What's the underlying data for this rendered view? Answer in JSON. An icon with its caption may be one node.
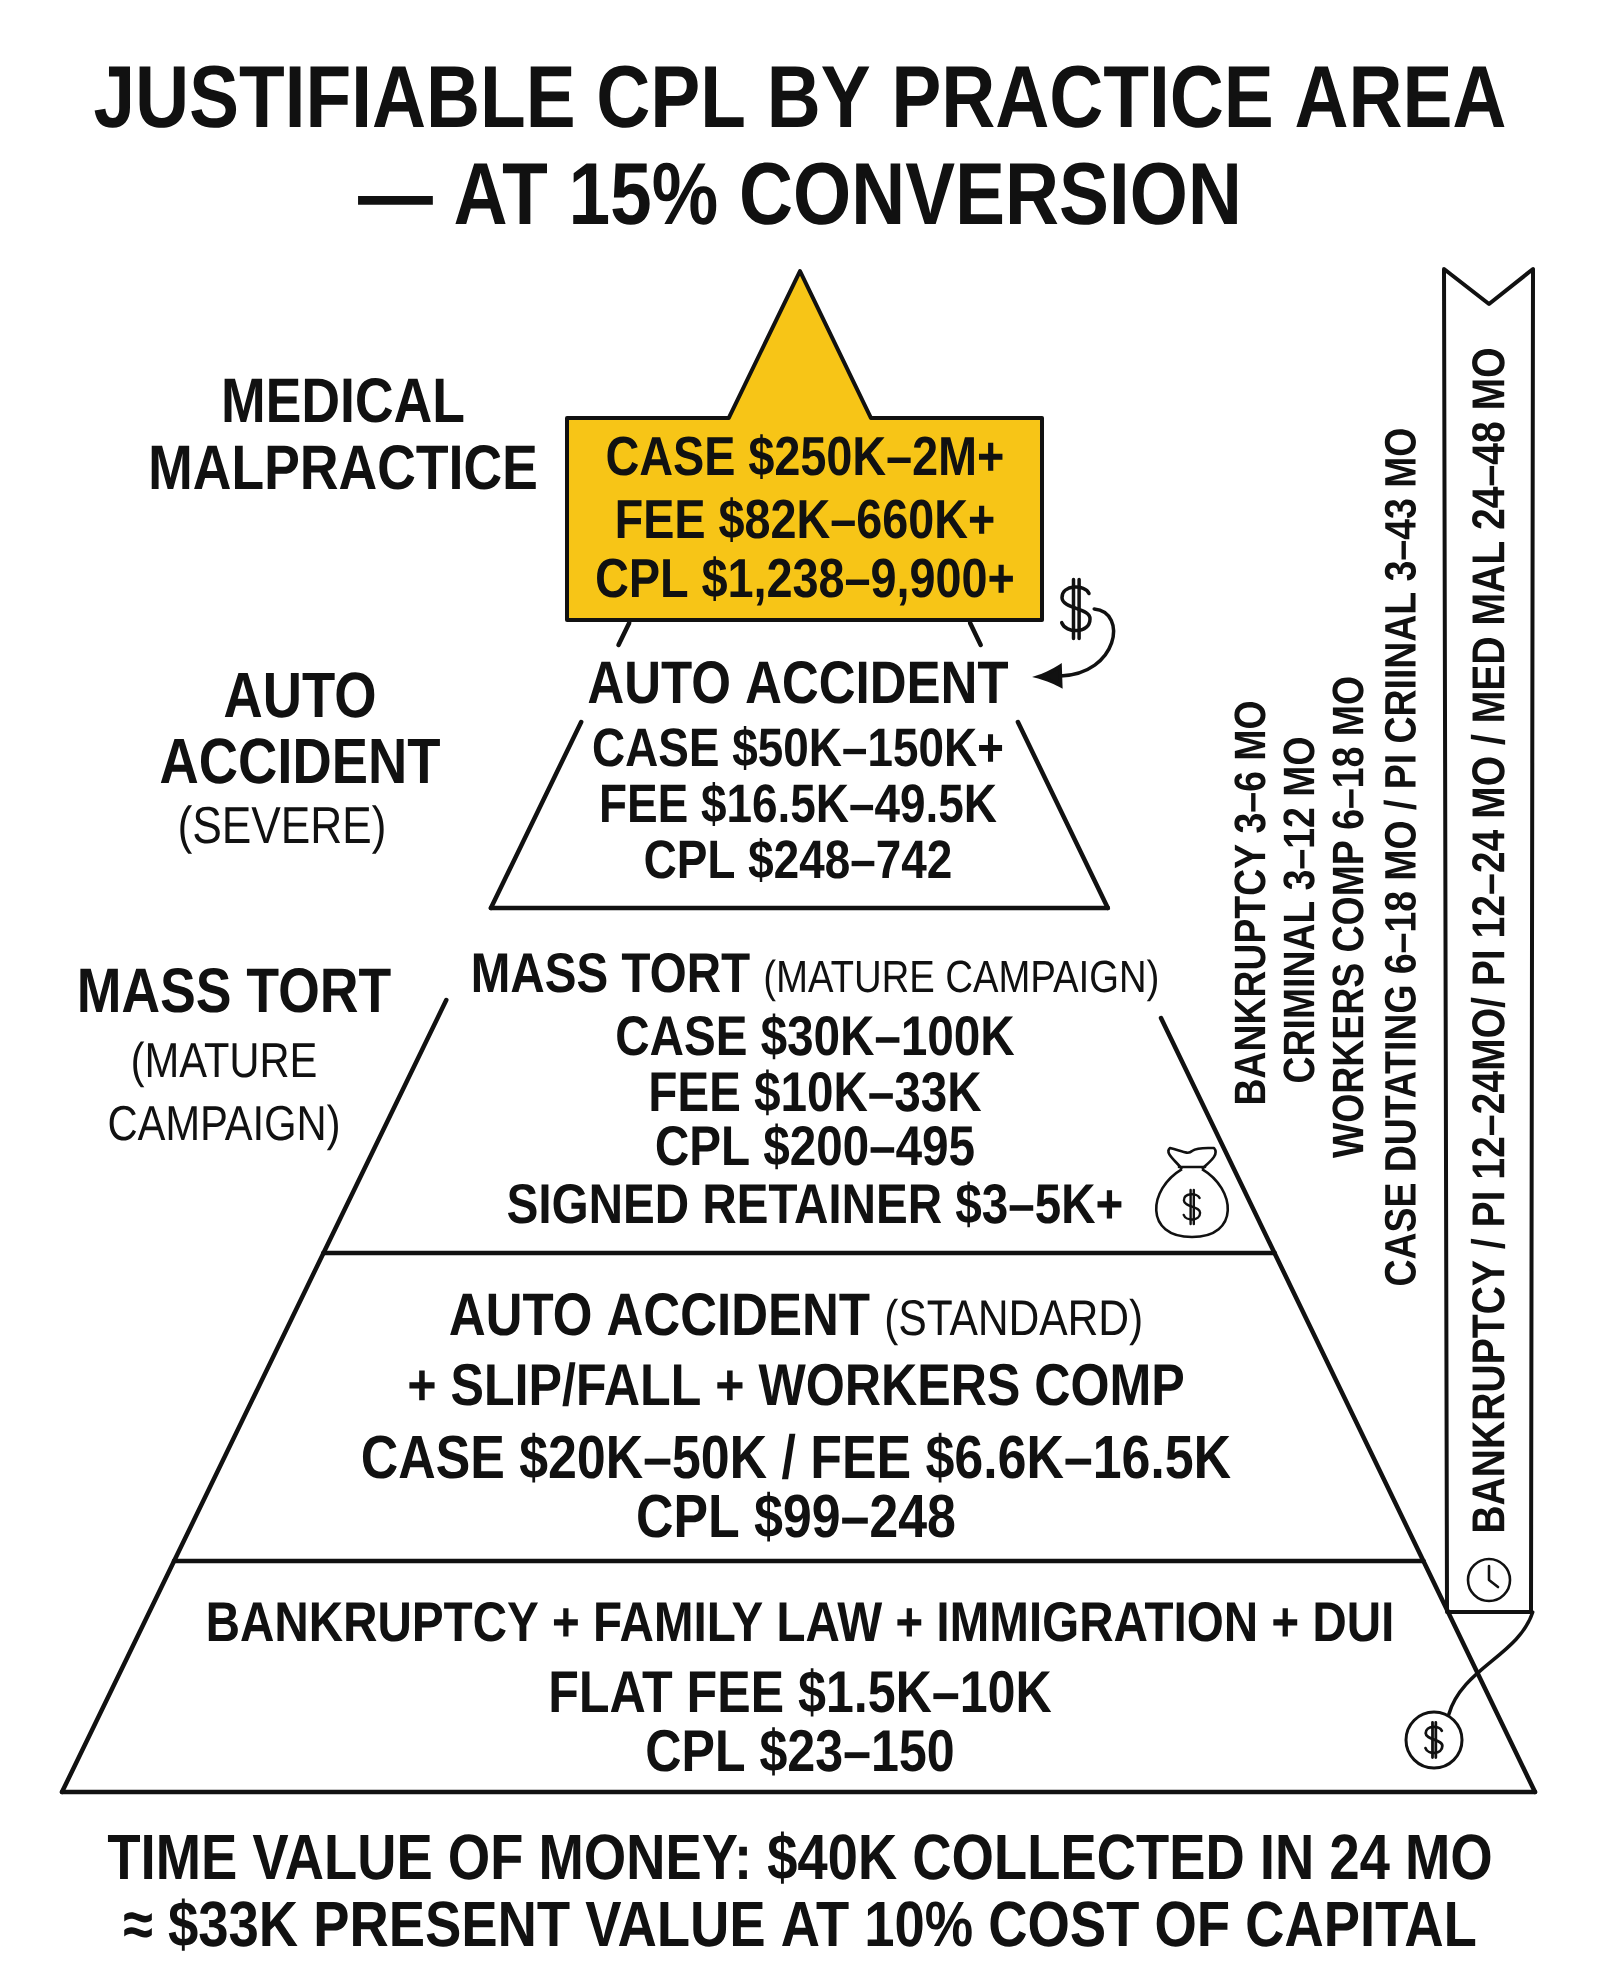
{
  "diagram": {
    "title": "JUSTIFIABLE CPL BY PRACTICE AREA — AT 15% CONVERSION",
    "caption": "TIME VALUE OF MONEY: $40K COLLECTED IN 24 MO ≈ $33K PRESENT VALUE AT 10% COST OF CAPITAL",
    "nodes": [
      {
        "text": [
          "CASE $250K–2M+",
          "FEE $82K–660K+",
          "CPL $1,238–9,900+"
        ],
        "beside": [
          "MEDICAL MALPRACTICE"
        ]
      },
      {
        "text": [
          "AUTO ACCIDENT",
          "CASE $50K–150K+",
          "FEE $16.5K–49.5K",
          "CPL $248–742"
        ],
        "beside": [
          "AUTO ACCIDENT",
          "(SEVERE)"
        ]
      },
      {
        "text": [
          "MASS TORT",
          "(MATURE CAMPAIGN)",
          "CASE $30K–100K",
          "FEE $10K–33K",
          "CPL $200–495",
          "SIGNED RETAINER $3–5K+"
        ],
        "beside": [
          "MASS TORT",
          "(MATURE CAMPAIGN)"
        ]
      },
      {
        "text": [
          "AUTO ACCIDENT",
          "(STANDARD)",
          "+ SLIP/FALL + WORKERS COMP",
          "CASE $20K–50K / FEE $6.6K–16.5K",
          "CPL $99–248"
        ]
      },
      {
        "text": [
          "BANKRUPTCY + FAMILY LAW + IMMIGRATION + DUI",
          "FLAT FEE $1.5K–10K",
          "CPL $23–150"
        ]
      },
      {
        "text": [],
        "shape": "picture"
      },
      {
        "text": [
          "BANKRUPTCY / PI 12–24MO/ PI 12–24 MO / MED MAL 24–48 MO"
        ]
      },
      {
        "text": [],
        "shape": "circle"
      }
    ],
    "edges": [
      {
        "from": 5,
        "to": 1,
        "arrow": "to"
      },
      {
        "from": 6,
        "to": 7,
        "arrow": "none"
      }
    ],
    "labels": [
      "BANKRUPTCY 3–6 MO",
      "CRIMINAL 3–12 MO",
      "WORKERS COMP 6–18 MO",
      "CASE DUTATING 6–18 MO / PI CRIINAL 3–43 MO"
    ]
  }
}
